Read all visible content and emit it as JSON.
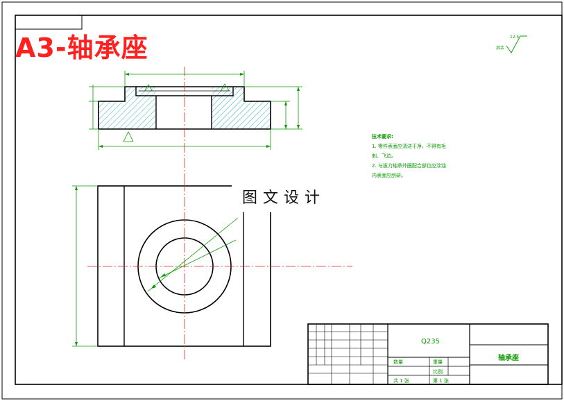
{
  "title": "A3-轴承座",
  "watermark": "图文设计",
  "roughness": {
    "label": "其余",
    "value": "12.5"
  },
  "notes": {
    "heading": "技术要求:",
    "items": [
      "1. 零件表面应清洁干净，不得有毛",
      "刺、飞边。",
      "2. 与拔力轴承外圈配合部位应涂油",
      "内表面应刮研。"
    ]
  },
  "title_block": {
    "material": "Q235",
    "part_name": "轴承座",
    "scale_label": "比例",
    "quantity_label": "数量",
    "weight_label": "重量",
    "sheet_label": "共 1 张",
    "sheet_label_2": "第 1 张"
  },
  "colors": {
    "outline": "#000000",
    "dimension": "#0a9a00",
    "centerline": "#e02020",
    "hatch": "#00a0a0",
    "title": "#ff2020"
  }
}
